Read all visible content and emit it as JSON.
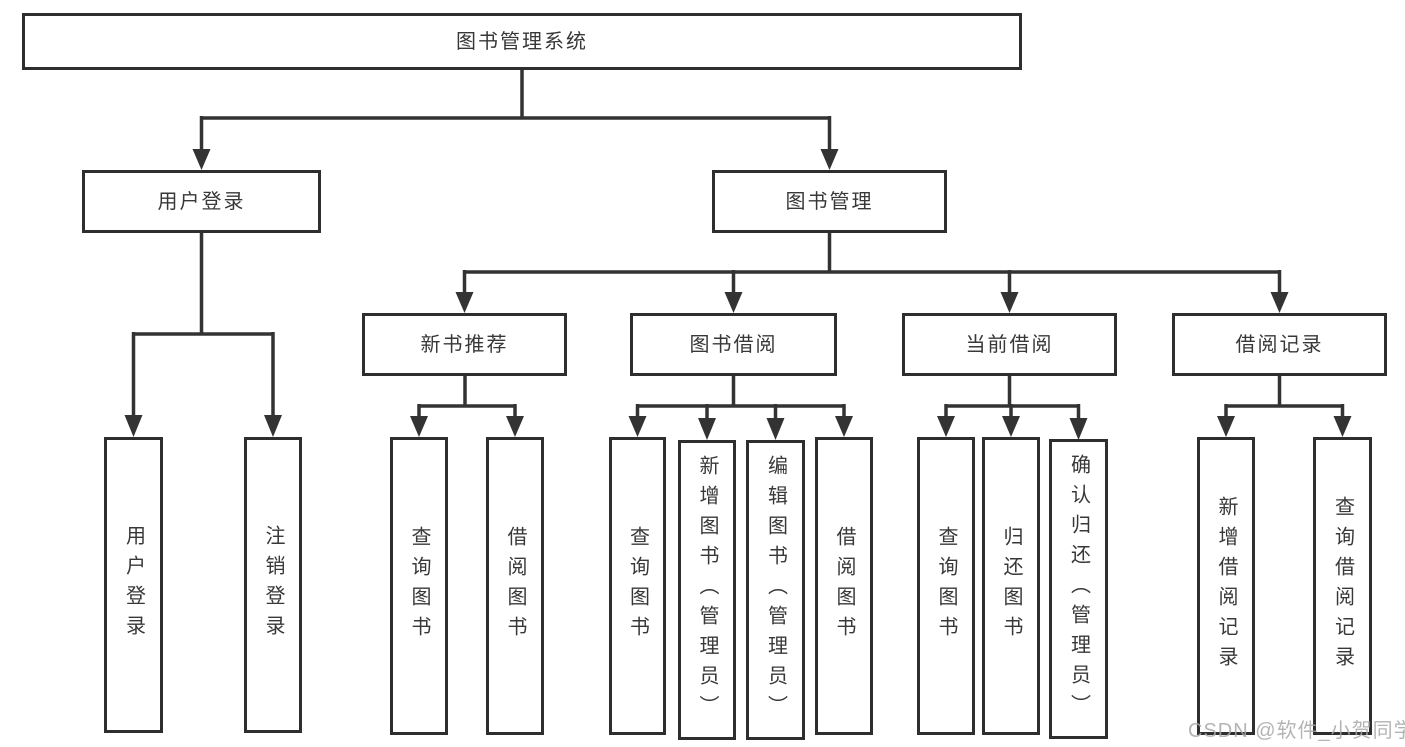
{
  "diagram": {
    "title": "图书管理系统",
    "root": {
      "label": "图书管理系统"
    },
    "level2": [
      {
        "label": "用户登录"
      },
      {
        "label": "图书管理"
      }
    ],
    "level3": [
      {
        "label": "新书推荐"
      },
      {
        "label": "图书借阅"
      },
      {
        "label": "当前借阅"
      },
      {
        "label": "借阅记录"
      }
    ],
    "leaves": {
      "login": [
        {
          "label": "用户登录"
        },
        {
          "label": "注销登录"
        }
      ],
      "newbook": [
        {
          "label": "查询图书"
        },
        {
          "label": "借阅图书"
        }
      ],
      "borrow": [
        {
          "label": "查询图书"
        },
        {
          "label": "新增图书（管理员）"
        },
        {
          "label": "编辑图书（管理员）"
        },
        {
          "label": "借阅图书"
        }
      ],
      "current": [
        {
          "label": "查询图书"
        },
        {
          "label": "归还图书"
        },
        {
          "label": "确认归还（管理员）"
        }
      ],
      "records": [
        {
          "label": "新增借阅记录"
        },
        {
          "label": "查询借阅记录"
        }
      ]
    },
    "watermark": "CSDN @软件_小贺同学",
    "colors": {
      "line": "#333333",
      "border": "#2e2e2e",
      "text": "#383838",
      "watermark": "#a8a8a8",
      "background": "#ffffff"
    }
  }
}
